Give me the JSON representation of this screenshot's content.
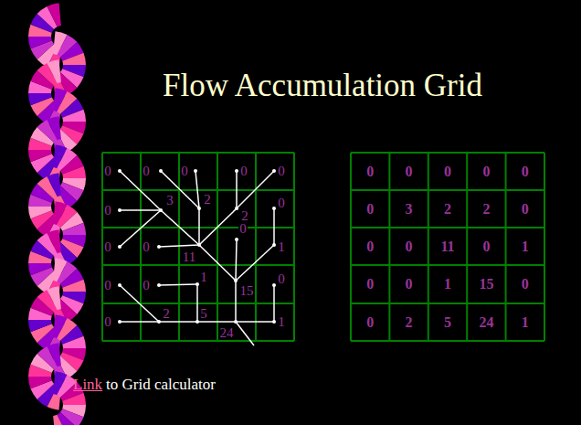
{
  "diagram": {
    "title": "Flow Accumulation Grid",
    "labels": [
      "0",
      "0",
      "0",
      "0",
      "0",
      "0",
      "3",
      "2",
      "2",
      "0",
      "0",
      "0",
      "11",
      "0",
      "1",
      "0",
      "0",
      "1",
      "15",
      "0",
      "0",
      "2",
      "5",
      "24",
      "1",
      "0",
      "0",
      "0",
      "0",
      "0",
      "0",
      "3",
      "2",
      "2",
      "0",
      "0",
      "0",
      "11",
      "0",
      "1",
      "0",
      "0",
      "1",
      "15",
      "0",
      "0",
      "2",
      "5",
      "24",
      "1",
      "Link",
      "to Grid calculator"
    ]
  }
}
